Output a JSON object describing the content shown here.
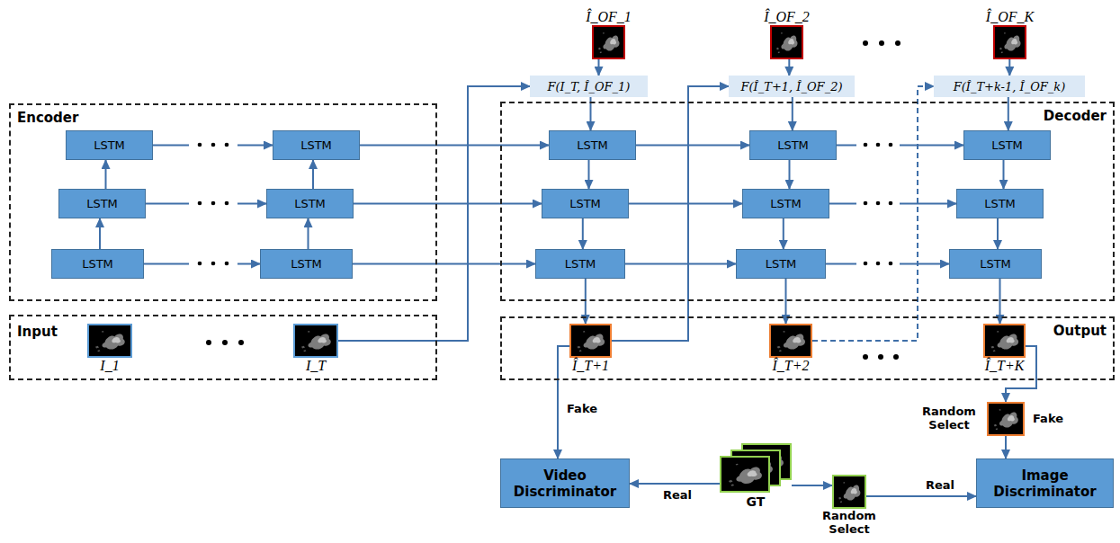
{
  "diagram": {
    "nodes": [
      {
        "text": [
          "Î_OF_1"
        ]
      },
      {
        "text": [
          "Î_OF_2"
        ]
      },
      {
        "text": [
          "Î_OF_K"
        ]
      },
      {
        "text": [
          "F(I_T, Î_OF_1)"
        ]
      },
      {
        "text": [
          "F(Î_T+1, Î_OF_2)"
        ]
      },
      {
        "text": [
          "F(Î_T+k-1, Î_OF_k)"
        ]
      },
      {
        "text": [
          "Encoder"
        ]
      },
      {
        "text": [
          "LSTM"
        ],
        "in": 6
      },
      {
        "text": [
          "LSTM"
        ],
        "in": 6
      },
      {
        "text": [
          "LSTM"
        ],
        "in": 6
      },
      {
        "text": [
          "LSTM"
        ],
        "in": 6
      },
      {
        "text": [
          "LSTM"
        ],
        "in": 6
      },
      {
        "text": [
          "LSTM"
        ],
        "in": 6
      },
      {
        "text": [
          "Decoder"
        ]
      },
      {
        "text": [
          "LSTM"
        ],
        "in": 13
      },
      {
        "text": [
          "LSTM"
        ],
        "in": 13
      },
      {
        "text": [
          "LSTM"
        ],
        "in": 13
      },
      {
        "text": [
          "LSTM"
        ],
        "in": 13
      },
      {
        "text": [
          "LSTM"
        ],
        "in": 13
      },
      {
        "text": [
          "LSTM"
        ],
        "in": 13
      },
      {
        "text": [
          "LSTM"
        ],
        "in": 13
      },
      {
        "text": [
          "LSTM"
        ],
        "in": 13
      },
      {
        "text": [
          "LSTM"
        ],
        "in": 13
      },
      {
        "text": [
          "Input"
        ]
      },
      {
        "text": [
          "I_1"
        ],
        "in": 23
      },
      {
        "text": [
          "I_T"
        ],
        "in": 23
      },
      {
        "text": [
          "Output"
        ]
      },
      {
        "text": [
          "Î_T+1"
        ],
        "in": 26
      },
      {
        "text": [
          "Î_T+2"
        ],
        "in": 26
      },
      {
        "text": [
          "Î_T+K"
        ],
        "in": 26
      },
      {
        "text": [
          "Random Select"
        ]
      },
      {
        "text": [
          "Video Discriminator"
        ]
      },
      {
        "text": [
          "GT"
        ]
      },
      {
        "text": [
          "Random Select"
        ]
      },
      {
        "text": [
          "Image Discriminator"
        ]
      }
    ],
    "edges": [
      {
        "from": 0,
        "to": 3,
        "arrow": "to"
      },
      {
        "from": 1,
        "to": 4,
        "arrow": "to"
      },
      {
        "from": 2,
        "to": 5,
        "arrow": "to"
      },
      {
        "from": 3,
        "to": 14,
        "arrow": "to"
      },
      {
        "from": 4,
        "to": 15,
        "arrow": "to"
      },
      {
        "from": 5,
        "to": 16,
        "arrow": "to"
      },
      {
        "from": 11,
        "to": 9,
        "arrow": "to"
      },
      {
        "from": 9,
        "to": 7,
        "arrow": "to"
      },
      {
        "from": 12,
        "to": 10,
        "arrow": "to"
      },
      {
        "from": 10,
        "to": 8,
        "arrow": "to"
      },
      {
        "from": 7,
        "to": 8,
        "arrow": "to"
      },
      {
        "from": 9,
        "to": 10,
        "arrow": "to"
      },
      {
        "from": 11,
        "to": 12,
        "arrow": "to"
      },
      {
        "from": 8,
        "to": 14,
        "arrow": "to"
      },
      {
        "from": 10,
        "to": 17,
        "arrow": "to"
      },
      {
        "from": 12,
        "to": 20,
        "arrow": "to"
      },
      {
        "from": 14,
        "to": 15,
        "arrow": "to"
      },
      {
        "from": 15,
        "to": 16,
        "arrow": "to"
      },
      {
        "from": 17,
        "to": 18,
        "arrow": "to"
      },
      {
        "from": 18,
        "to": 19,
        "arrow": "to"
      },
      {
        "from": 20,
        "to": 21,
        "arrow": "to"
      },
      {
        "from": 21,
        "to": 22,
        "arrow": "to"
      },
      {
        "from": 14,
        "to": 17,
        "arrow": "to"
      },
      {
        "from": 17,
        "to": 20,
        "arrow": "to"
      },
      {
        "from": 15,
        "to": 18,
        "arrow": "to"
      },
      {
        "from": 18,
        "to": 21,
        "arrow": "to"
      },
      {
        "from": 16,
        "to": 19,
        "arrow": "to"
      },
      {
        "from": 19,
        "to": 22,
        "arrow": "to"
      },
      {
        "from": 20,
        "to": 27,
        "arrow": "to"
      },
      {
        "from": 21,
        "to": 28,
        "arrow": "to"
      },
      {
        "from": 22,
        "to": 29,
        "arrow": "to"
      },
      {
        "from": 25,
        "to": 3,
        "arrow": "to"
      },
      {
        "from": 27,
        "to": 4,
        "arrow": "to"
      },
      {
        "from": 28,
        "to": 5,
        "arrow": "to"
      },
      {
        "from": 27,
        "to": 31,
        "label": "Fake",
        "arrow": "to"
      },
      {
        "from": 29,
        "to": 30,
        "arrow": "to"
      },
      {
        "from": 30,
        "to": 34,
        "label": "Fake",
        "arrow": "to"
      },
      {
        "from": 32,
        "to": 31,
        "label": "Real",
        "arrow": "to"
      },
      {
        "from": 32,
        "to": 33,
        "arrow": "to"
      },
      {
        "from": 33,
        "to": 34,
        "label": "Real",
        "arrow": "to"
      }
    ]
  }
}
